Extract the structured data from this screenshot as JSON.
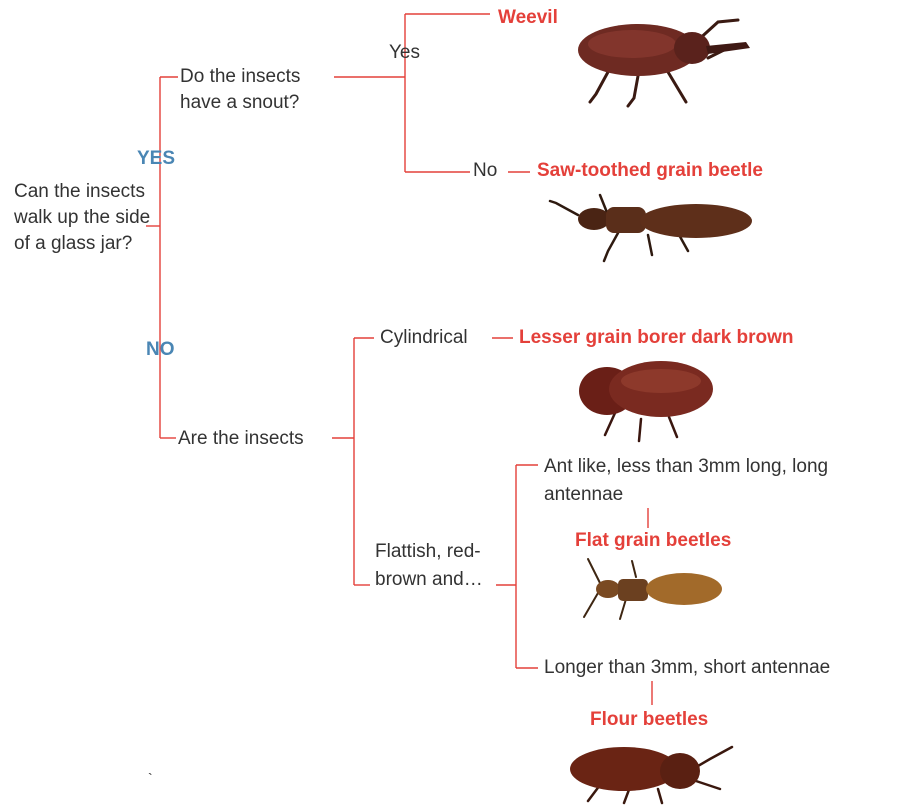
{
  "colors": {
    "line": "#e4403a",
    "species": "#e4403a",
    "answer": "#4a86b4",
    "text": "#333333"
  },
  "questions": {
    "root": "Can the insects walk up the side of a glass jar?",
    "snout": "Do the insects have a snout?",
    "shape": "Are the insects",
    "flattish": "Flattish, red-brown and…",
    "ant_like": "Ant like, less than 3mm long, long antennae",
    "longer": "Longer than 3mm, short antennae"
  },
  "answers": {
    "yes_caps": "YES",
    "no_caps": "NO",
    "yes": "Yes",
    "no": "No",
    "cylindrical": "Cylindrical"
  },
  "species": {
    "weevil": "Weevil",
    "saw_toothed": "Saw-toothed grain beetle",
    "lesser_borer": "Lesser grain borer dark brown",
    "flat_grain": "Flat grain beetles",
    "flour": "Flour beetles"
  },
  "photos": {
    "weevil": "weevil-photo",
    "saw_toothed": "saw-toothed-grain-beetle-photo",
    "lesser_borer": "lesser-grain-borer-photo",
    "flat_grain": "flat-grain-beetle-photo",
    "flour": "flour-beetle-photo"
  },
  "stray_mark": "`"
}
